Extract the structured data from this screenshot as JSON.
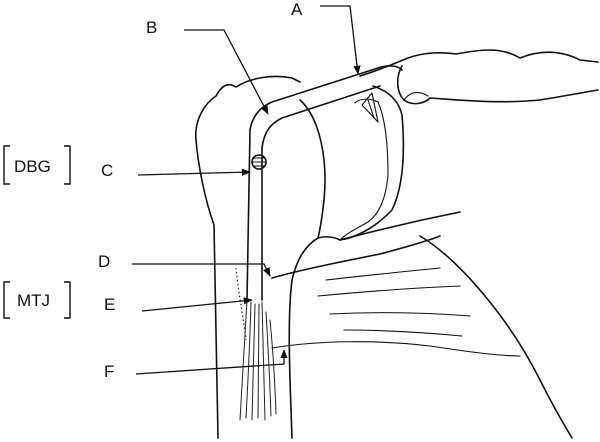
{
  "labels": {
    "a": "A",
    "b": "B",
    "c": "C",
    "d": "D",
    "e": "E",
    "f": "F"
  },
  "region_labels": {
    "dbg": "DBG",
    "mtj": "MTJ"
  },
  "colors": {
    "line": "#111111",
    "background": "#ffffff"
  }
}
